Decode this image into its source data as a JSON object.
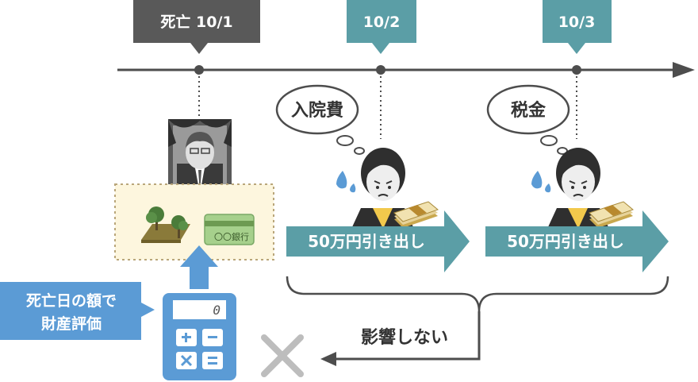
{
  "timeline": {
    "death_label": "死亡 10/1",
    "date2_label": "10/2",
    "date3_label": "10/3"
  },
  "thoughts": {
    "hospital_fee": "入院費",
    "tax": "税金"
  },
  "withdrawals": {
    "first": "50万円引き出し",
    "second": "50万円引き出し"
  },
  "card_text": "〇〇銀行",
  "calculator_display": "0",
  "callout": {
    "line1": "死亡日の額で",
    "line2": "財産評価"
  },
  "no_effect_label": "影響しない",
  "colors": {
    "teal": "#5b9ea6",
    "dark_gray": "#595959",
    "blue": "#5b9bd5",
    "axis": "#4d4d4d",
    "asset_fill": "#fdf6de"
  }
}
